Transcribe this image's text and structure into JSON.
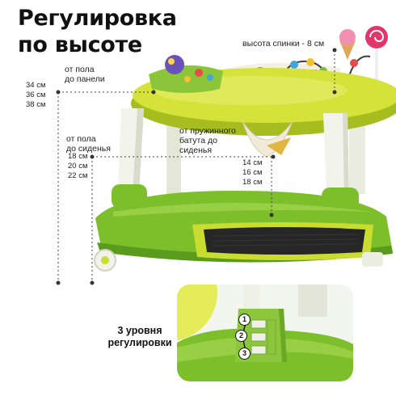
{
  "title": {
    "line1": "Регулировка",
    "line2": "по высоте"
  },
  "backrest": {
    "label": "высота спинки - 8 см"
  },
  "floor_to_panel": {
    "line1": "от пола",
    "line2": "до панели",
    "values": [
      "34 см",
      "36 см",
      "38 см"
    ]
  },
  "floor_to_seat": {
    "line1": "от пола",
    "line2": "до сиденья",
    "values": [
      "18 см",
      "20 см",
      "22 см"
    ]
  },
  "spring_to_seat": {
    "line1": "от пружинного",
    "line2": "батута до",
    "line3": "сиденья",
    "values": [
      "14 см",
      "16 см",
      "18 см"
    ]
  },
  "adjustment": {
    "caption_line1": "3 уровня",
    "caption_line2": "регулировки",
    "steps": [
      "1",
      "2",
      "3"
    ]
  },
  "colors": {
    "lime": "#c8dd2f",
    "green": "#7dbf2a",
    "dark_green": "#5a9a1c",
    "base_black": "#2a2a2a",
    "pole_white": "#eef0e6"
  }
}
